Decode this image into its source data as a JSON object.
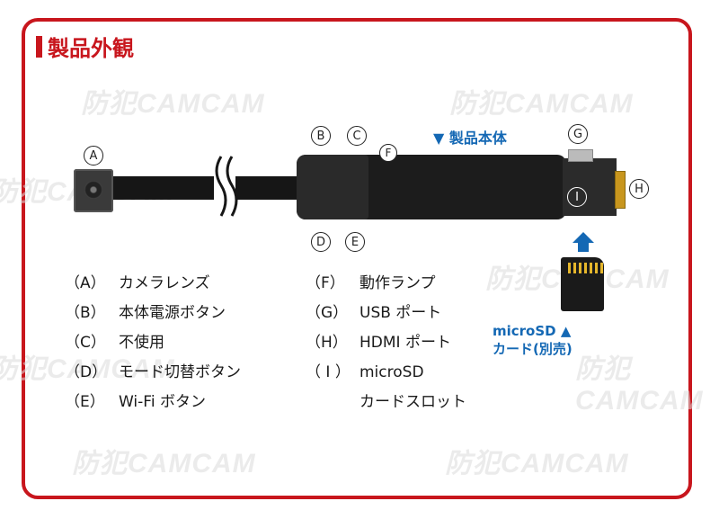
{
  "title": "製品外観",
  "watermark": "防犯CAMCAM",
  "diagram_labels": {
    "main_body": "▼ 製品本体",
    "markers": [
      "A",
      "B",
      "C",
      "D",
      "E",
      "F",
      "G",
      "H",
      "I"
    ],
    "microsd_line1": "microSD ▲",
    "microsd_line2": "カード(別売)"
  },
  "left_list": [
    {
      "key": "（A）",
      "text": "カメラレンズ"
    },
    {
      "key": "（B）",
      "text": "本体電源ボタン"
    },
    {
      "key": "（C）",
      "text": "不使用"
    },
    {
      "key": "（D）",
      "text": "モード切替ボタン"
    },
    {
      "key": "（E）",
      "text": "Wi-Fi ボタン"
    }
  ],
  "right_list": [
    {
      "key": "（F）",
      "text": "動作ランプ"
    },
    {
      "key": "（G）",
      "text": "USB ポート"
    },
    {
      "key": "（H）",
      "text": "HDMI ポート"
    },
    {
      "key": "（ I ）",
      "text": "microSD"
    },
    {
      "key": "",
      "text": "カードスロット"
    }
  ],
  "colors": {
    "frame": "#c8161d",
    "accent_blue": "#1468b4",
    "text": "#1a1a1a"
  }
}
